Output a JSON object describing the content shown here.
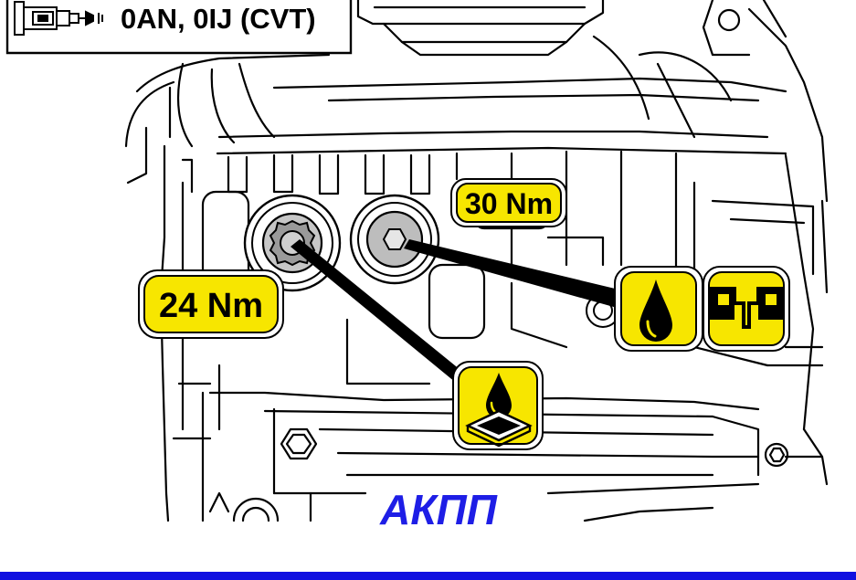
{
  "header": {
    "engine_code_label": "0AN, 0IJ (CVT)"
  },
  "torque_labels": {
    "fill_plug": "30 Nm",
    "drain_plug": "24 Nm"
  },
  "caption": {
    "text": "АКПП"
  },
  "icons": {
    "header_icon": "transmission-cvt-icon",
    "fill_icon": "oil-drop-fill-icon",
    "seal_icon": "seal-ring-replace-icon",
    "drain_icon": "oil-drain-pan-icon"
  },
  "colors": {
    "label_fill": "#f7e600",
    "line": "#000000",
    "caption": "#1e1ee6",
    "bottom_bar": "#1010e0",
    "plug_grey": "#b8b8b8"
  }
}
